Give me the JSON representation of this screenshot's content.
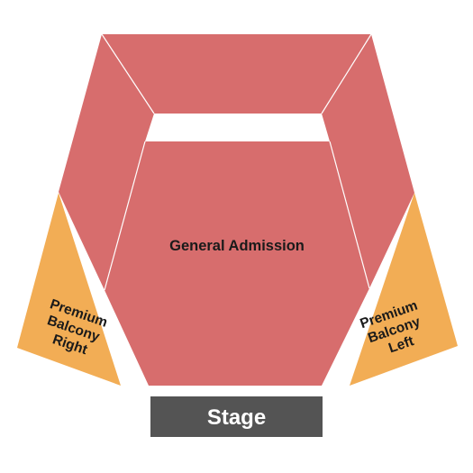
{
  "sections": {
    "general_admission": {
      "label": "General Admission",
      "color": "#d76d6d"
    },
    "balcony_right": {
      "label_lines": [
        "Premium",
        "Balcony",
        "Right"
      ],
      "color": "#f2ad55"
    },
    "balcony_left": {
      "label_lines": [
        "Premium",
        "Balcony",
        "Left"
      ],
      "color": "#f2ad55"
    },
    "stage": {
      "label": "Stage",
      "color": "#545454"
    }
  }
}
